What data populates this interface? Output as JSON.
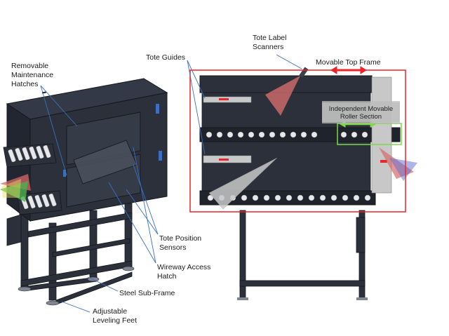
{
  "labels": {
    "removable_hatches": "Removable\nMaintenance\nHatches",
    "tote_guides": "Tote Guides",
    "tote_label_scanners": "Tote Label\nScanners",
    "movable_top_frame": "Movable Top Frame",
    "independent_roller": "Independent Movable\nRoller Section",
    "tote_position_sensors": "Tote Position\nSensors",
    "wireway_access_hatch": "Wireway Access\nHatch",
    "steel_sub_frame": "Steel Sub-Frame",
    "adjustable_leveling_feet": "Adjustable\nLeveling Feet"
  },
  "colors": {
    "frame": "#2b303b",
    "frame_dark": "#1c1f27",
    "panel": "#3a404c",
    "roller": "#e6e8ea",
    "highlight_red": "#e8262b",
    "highlight_green": "#7dd84a",
    "scanner_beam": "#e07070",
    "sensor_green": "#4caf50",
    "callout_line": "#3c6fc0",
    "plate": "#c8c8c8"
  }
}
